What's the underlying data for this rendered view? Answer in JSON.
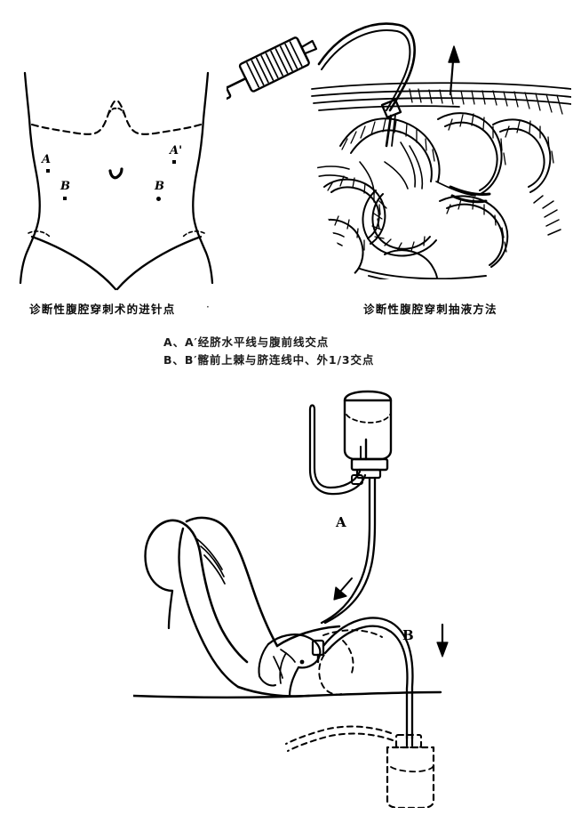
{
  "document": {
    "language": "zh-CN",
    "subject": "diagnostic-abdominal-paracentesis",
    "background_color": "#ffffff",
    "ink_color": "#000000"
  },
  "figures": {
    "abdomen_map": {
      "caption": "诊断性腹腔穿刺术的进针点",
      "caption_trailing_mark": "·",
      "points": [
        {
          "id": "A",
          "label": "A",
          "marker": "square",
          "side": "left"
        },
        {
          "id": "A2",
          "label": "A'",
          "marker": "square",
          "side": "right"
        },
        {
          "id": "B",
          "label": "B",
          "marker": "square",
          "side": "left"
        },
        {
          "id": "B2",
          "label": "B",
          "marker": "circle",
          "side": "right"
        }
      ],
      "umbilicus_glyph": "navel"
    },
    "aspiration_detail": {
      "caption": "诊断性腹腔穿刺抽液方法",
      "elements": [
        "syringe",
        "connecting-tube",
        "needle",
        "abdominal-wall-cross-section",
        "intestinal-viscera"
      ],
      "arrow_direction": "up"
    },
    "drainage_setup": {
      "inflow_label": "A",
      "outflow_label": "B",
      "inflow_arrow": "down",
      "outflow_arrow": "down",
      "elements": [
        "infusion-bottle",
        "inflow-tube",
        "patient-supine-knees-flexed",
        "sterile-drape",
        "paracentesis-needle",
        "outflow-tube",
        "collection-bottle"
      ]
    }
  },
  "legend": {
    "line_1": "A、A′经脐水平线与腹前线交点",
    "line_2": "B、B′髂前上棘与脐连线中、外1/3交点"
  }
}
